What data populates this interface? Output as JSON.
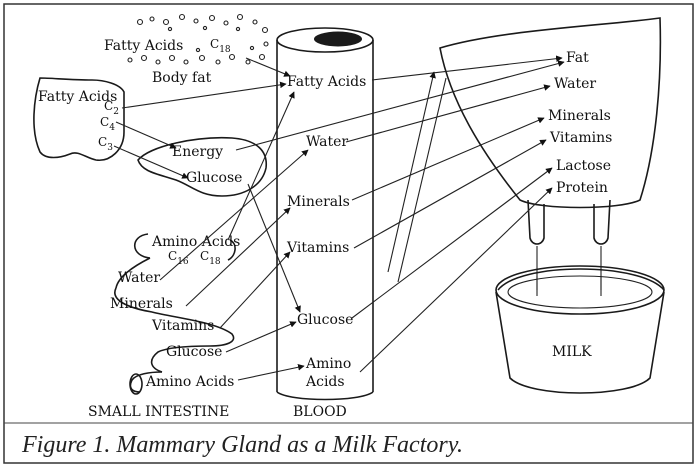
{
  "figure": {
    "caption": "Figure 1.  Mammary Gland as a Milk Factory."
  },
  "body_fat": {
    "label": "Body fat",
    "fatty_acids_label": "Fatty Acids",
    "c18": "C",
    "c18_sub": "18"
  },
  "rumen": {
    "fatty_acids_label": "Fatty Acids",
    "c2": "C",
    "c2_sub": "2",
    "c4": "C",
    "c4_sub": "4",
    "c3": "C",
    "c3_sub": "3"
  },
  "liver": {
    "energy": "Energy",
    "glucose": "Glucose"
  },
  "intestine": {
    "title": "SMALL INTESTINE",
    "amino_acids_top": "Amino Acids",
    "c16": "C",
    "c16_sub": "16",
    "c18": "C",
    "c18_sub": "18",
    "water": "Water",
    "minerals": "Minerals",
    "vitamins": "Vitamins",
    "glucose": "Glucose",
    "amino_acids_bottom": "Amino Acids"
  },
  "blood": {
    "title": "BLOOD",
    "fatty_acids": "Fatty Acids",
    "water": "Water",
    "minerals": "Minerals",
    "vitamins": "Vitamins",
    "glucose": "Glucose",
    "amino": "Amino",
    "acids": "Acids"
  },
  "udder": {
    "fat": "Fat",
    "water": "Water",
    "minerals": "Minerals",
    "vitamins": "Vitamins",
    "lactose": "Lactose",
    "protein": "Protein"
  },
  "bucket": {
    "label": "MILK"
  }
}
